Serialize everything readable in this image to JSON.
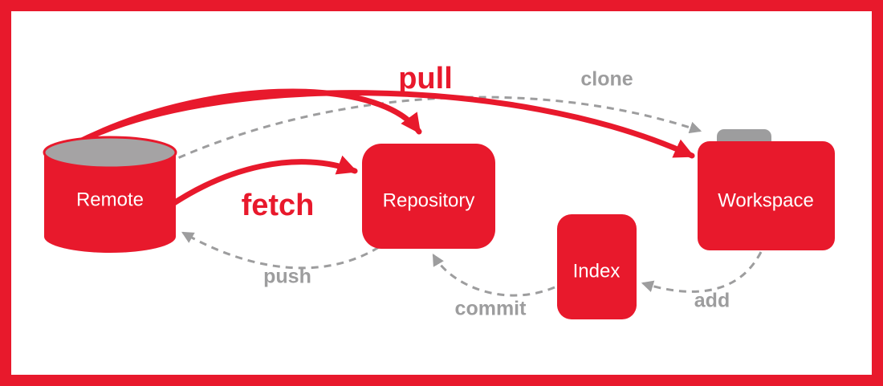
{
  "colors": {
    "red": "#e8192c",
    "gray": "#9d9d9e",
    "cylinder_top_gray": "#a5a3a4",
    "node_text": "#ffffff",
    "background": "#ffffff"
  },
  "nodes": {
    "remote": {
      "label": "Remote"
    },
    "repository": {
      "label": "Repository"
    },
    "index": {
      "label": "Index"
    },
    "workspace": {
      "label": "Workspace"
    }
  },
  "commands": {
    "pull": {
      "label": "pull"
    },
    "clone": {
      "label": "clone"
    },
    "fetch": {
      "label": "fetch"
    },
    "push": {
      "label": "push"
    },
    "commit": {
      "label": "commit"
    },
    "add": {
      "label": "add"
    }
  }
}
